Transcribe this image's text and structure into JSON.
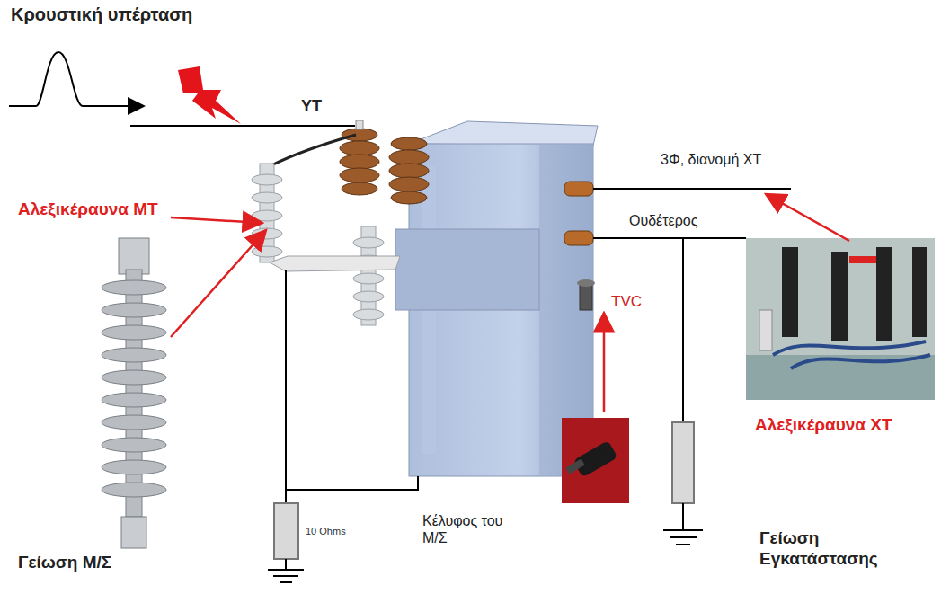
{
  "diagram": {
    "labels": [
      "Κρουστική υπέρταση",
      "ΥΤ",
      "Αλεξικέραυνα ΜΤ",
      "3Φ, διανομή ΧΤ",
      "Ουδέτερος",
      "TVC",
      "Αλεξικέραυνα ΧΤ",
      "10 Ohms",
      "Κέλυφος του Μ/Σ",
      "Γείωση Μ/Σ",
      "Γείωση Εγκατάστασης"
    ]
  }
}
